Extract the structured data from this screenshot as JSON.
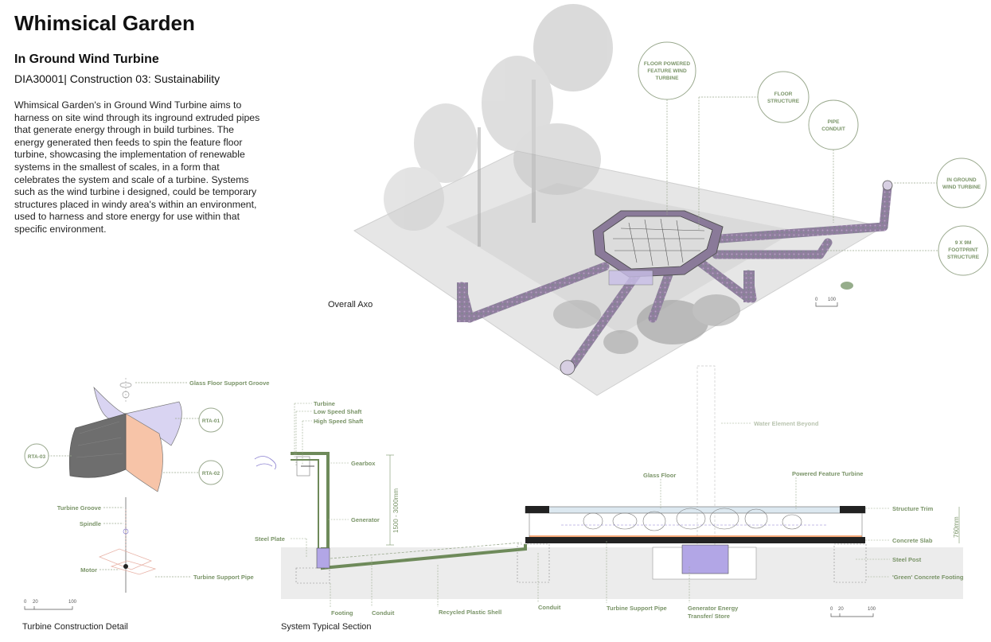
{
  "header": {
    "title": "Whimsical Garden",
    "subtitle": "In Ground Wind Turbine",
    "course": "DIA30001| Construction 03: Sustainability"
  },
  "description": "Whimsical Garden's in Ground Wind Turbine aims to harness on site wind through its inground extruded pipes that generate energy through in build turbines. The energy generated then feeds to spin the feature floor turbine, showcasing the implementation of renewable systems in the smallest of scales, in a form that celebrates the system and scale of a turbine. Systems such as the wind turbine i designed, could be temporary structures placed in windy area's within an environment, used to harness and store energy for use within that specific environment.",
  "captions": {
    "axo": "Overall Axo",
    "detail": "Turbine Construction Detail",
    "section": "System Typical Section"
  },
  "axo_callouts": {
    "floor_feature": [
      "FLOOR POWERED",
      "FEATURE WIND",
      "TURBINE"
    ],
    "floor_structure": [
      "FLOOR",
      "STRUCTURE"
    ],
    "pipe_conduit": [
      "PIPE",
      "CONDUIT"
    ],
    "inground": [
      "IN GROUND",
      "WIND TURBINE"
    ],
    "footprint": [
      "9 X 9M",
      "FOOTPRINT",
      "STRUCTURE"
    ]
  },
  "detail_labels": {
    "glass_floor_groove": "Glass Floor Support Groove",
    "rta01": "RTA-01",
    "rta02": "RTA-02",
    "rta03": "RTA-03",
    "turbine_groove": "Turbine Groove",
    "spindle": "Spindle",
    "motor": "Motor",
    "support_pipe": "Turbine Support Pipe"
  },
  "section_labels": {
    "turbine": "Turbine",
    "low_speed": "Low Speed Shaft",
    "high_speed": "High Speed Shaft",
    "gearbox": "Gearbox",
    "generator": "Generator",
    "steel_plate": "Steel Plate",
    "water": "Water Element Beyond",
    "glass_floor": "Glass Floor",
    "powered_feature": "Powered Feature Turbine",
    "structure_trim": "Structure Trim",
    "concrete_slab": "Concrete Slab",
    "steel_post": "Steel Post",
    "green_footing": "'Green' Concrete Footing",
    "footing": "Footing",
    "conduit1": "Conduit",
    "recycled_shell": "Recycled Plastic Shell",
    "conduit2": "Conduit",
    "support_pipe": "Turbine Support Pipe",
    "gen_energy_1": "Generator Energy",
    "gen_energy_2": "Transfer/ Store",
    "dim_height": "1500 - 3000mm",
    "dim_760": "760mm"
  },
  "scales": {
    "axo": [
      "0",
      "100"
    ],
    "detail": [
      "0",
      "20",
      "100"
    ],
    "section": [
      "0",
      "20",
      "100"
    ]
  },
  "colors": {
    "label_green": "#7a9468",
    "pipe_green": "#6e8a5a",
    "rta01": "#d9d4f2",
    "rta02": "#f7c4a8",
    "rta03": "#6e6e6e",
    "generator": "#b2a6e6"
  }
}
